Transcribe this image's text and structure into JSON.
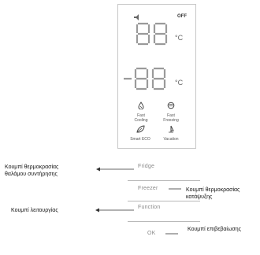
{
  "display": {
    "off_label": "OFF",
    "unit": "°C",
    "fridge_digits": "88",
    "freezer_digits": "-88",
    "icons": [
      {
        "name": "fast-cooling-icon",
        "label_line1": "Fast",
        "label_line2": "Cooling"
      },
      {
        "name": "fast-freezing-icon",
        "label_line1": "Fast",
        "label_line2": "Freezing"
      },
      {
        "name": "smart-eco-icon",
        "label_line1": "Smart ECO",
        "label_line2": ""
      },
      {
        "name": "vacation-icon",
        "label_line1": "Vacation",
        "label_line2": ""
      }
    ]
  },
  "buttons": {
    "fridge": "Fridge",
    "freezer": "Freezer",
    "function": "Function",
    "ok": "OK"
  },
  "annotations": {
    "fridge_note_line1": "Κουμπί θερμοκρασίας",
    "fridge_note_line2": "θαλάμου συντήρησης",
    "freezer_note_line1": "Κουμπί θερμοκρασίας",
    "freezer_note_line2": "κατάψυξης",
    "function_note": "Κουμπί λειτουργίας",
    "ok_note": "Κουμπί επιβεβαίωσης"
  }
}
